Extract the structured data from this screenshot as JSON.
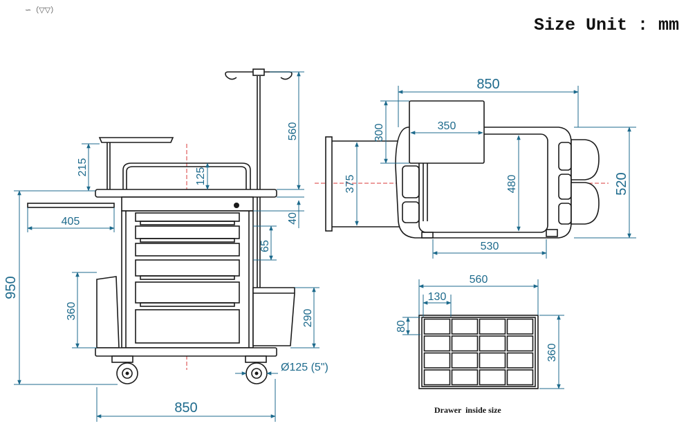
{
  "header": {
    "corner_mark": "∽（▽▽）",
    "size_unit": "Size Unit : mm"
  },
  "front_view": {
    "iv_pole_height": "560",
    "tray_height": "215",
    "handle_drop": "125",
    "side_shelf_length": "405",
    "top_drawer_gap": "40",
    "drawer_height": "65",
    "total_height": "950",
    "bottom_bin_height": "360",
    "side_bin_height": "290",
    "caster": "Ø125 (5\")",
    "total_width": "850"
  },
  "top_view": {
    "total_width": "850",
    "tray_depth": "300",
    "tray_width": "350",
    "handle_depth": "375",
    "inner_depth": "480",
    "total_depth": "520",
    "inner_width": "530"
  },
  "drawer_inside": {
    "width": "560",
    "cell_width": "130",
    "cell_height": "80",
    "depth": "360",
    "caption": "Drawer  inside size"
  },
  "colors": {
    "dimension": "#1d6a8c",
    "center_line": "#d83a3a",
    "outline": "#1a1a1a"
  }
}
